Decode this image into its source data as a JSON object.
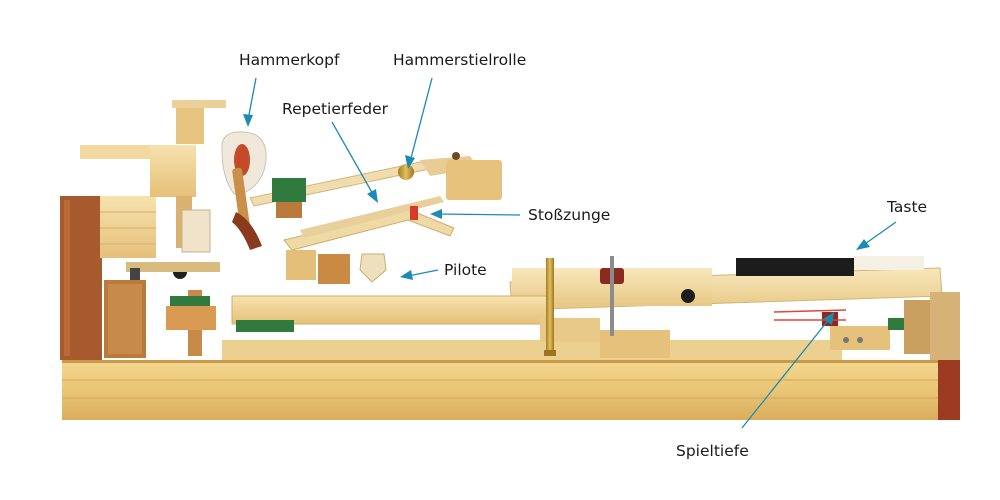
{
  "labels": {
    "hammerkopf": "Hammerkopf",
    "hammerstielrolle": "Hammerstielrolle",
    "repetierfeder": "Repetierfeder",
    "stosszunge": "Stoßzunge",
    "pilote": "Pilote",
    "taste": "Taste",
    "spieltiefe": "Spieltiefe"
  },
  "colors": {
    "background": "#ffffff",
    "leader_line": "#1b8ab5",
    "wood_light": "#f3dba0",
    "wood_mid": "#e9c77e",
    "wood_dark": "#b97a3c",
    "mahogany": "#a65a2e",
    "felt_green": "#2f7a3c",
    "felt_red": "#8b2a1e",
    "brass": "#c9a13a",
    "key_black": "#1c1c1c",
    "depth_marker": "#e0463a"
  }
}
